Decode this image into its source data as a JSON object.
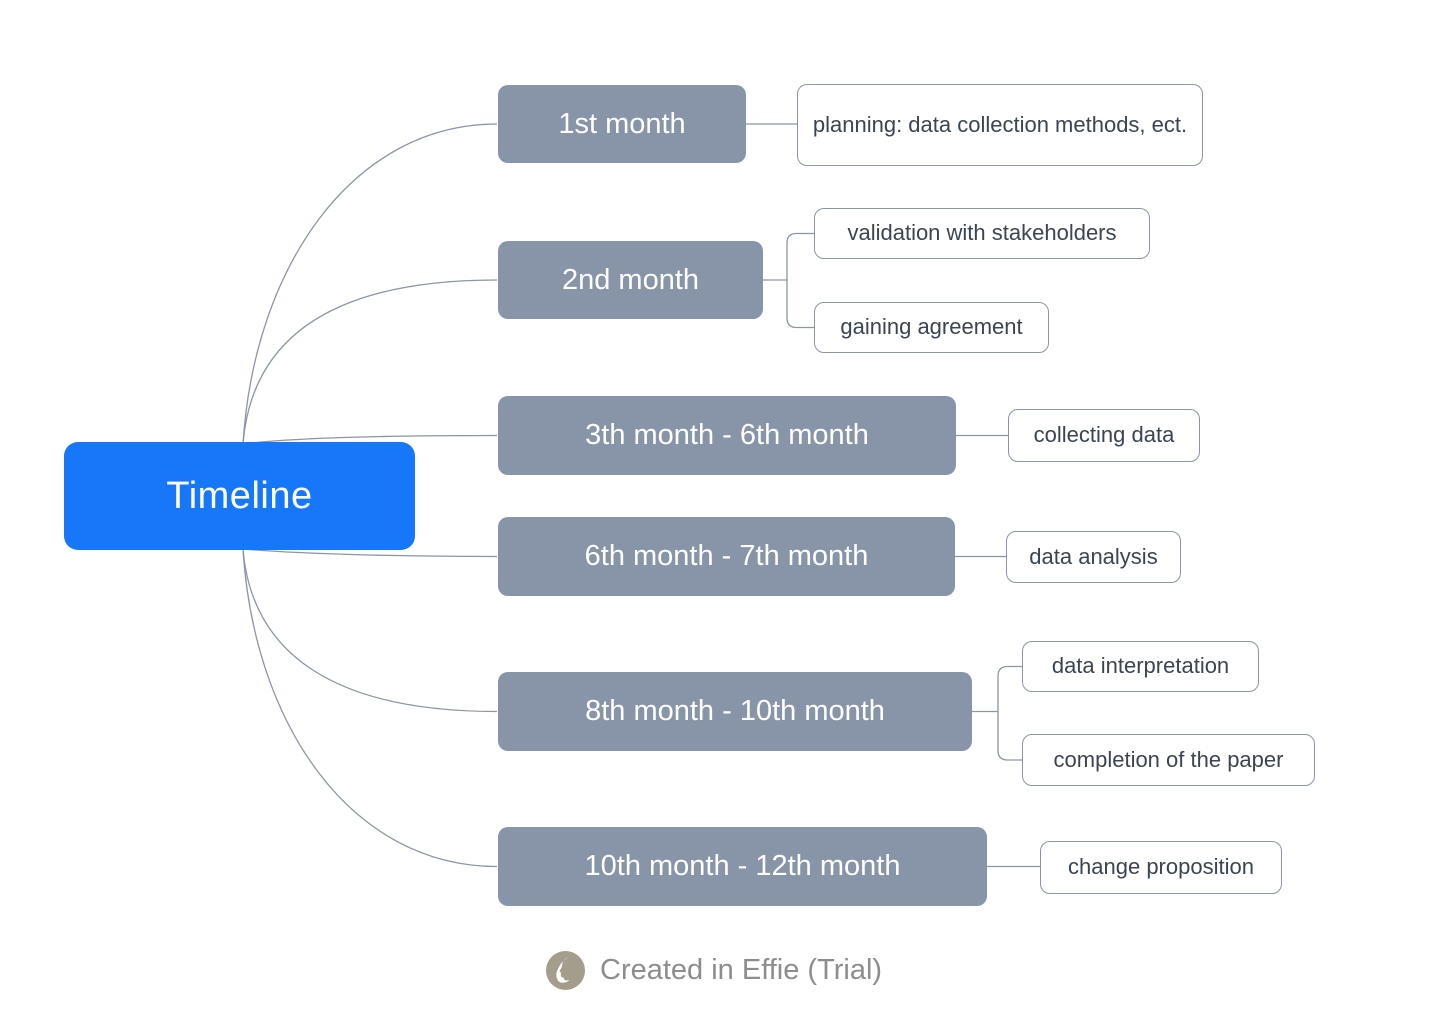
{
  "root": {
    "label": "Timeline"
  },
  "branches": [
    {
      "label": "1st month",
      "children": [
        "planning: data collection methods, ect."
      ]
    },
    {
      "label": "2nd month",
      "children": [
        "validation with stakeholders",
        "gaining agreement"
      ]
    },
    {
      "label": "3th month - 6th month",
      "children": [
        "collecting data"
      ]
    },
    {
      "label": "6th month - 7th month",
      "children": [
        "data analysis"
      ]
    },
    {
      "label": "8th month - 10th month",
      "children": [
        "data interpretation",
        "completion of the paper"
      ]
    },
    {
      "label": "10th month - 12th month",
      "children": [
        "change proposition"
      ]
    }
  ],
  "footer": {
    "text": "Created in Effie (Trial)",
    "logo_icon": "effie-logo"
  },
  "colors": {
    "root_fill": "#1677F9",
    "root_text": "#FFFFFF",
    "branch_fill": "#8894A8",
    "branch_text": "#FFFFFF",
    "child_bg": "#FFFFFF",
    "child_border": "#8C95A4",
    "child_text": "#3C4453",
    "connector": "#8C95A4",
    "footer_text": "#8D8D8D",
    "logo_bg": "#A59D8C",
    "logo_glyph": "#FFFFFF"
  }
}
